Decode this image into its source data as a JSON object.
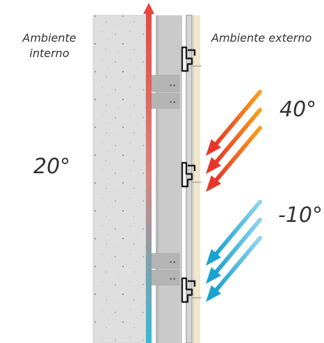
{
  "labels": {
    "inner_line1": "Ambiente",
    "inner_line2": "interno",
    "outer": "Ambiente externo",
    "inner_temp": "20°",
    "hot_temp": "40°",
    "cold_temp": "-10°"
  },
  "colors": {
    "hot_start": "#f7a21b",
    "hot_end": "#e8362a",
    "cold_start": "#8fd4f0",
    "cold_end": "#1aa3d1",
    "gradient_top": "#e8473f",
    "gradient_bottom": "#2ebbd6",
    "concrete": "#dcdcdc",
    "panel": "#c8c8c8",
    "cladding": "#efe6cc"
  }
}
